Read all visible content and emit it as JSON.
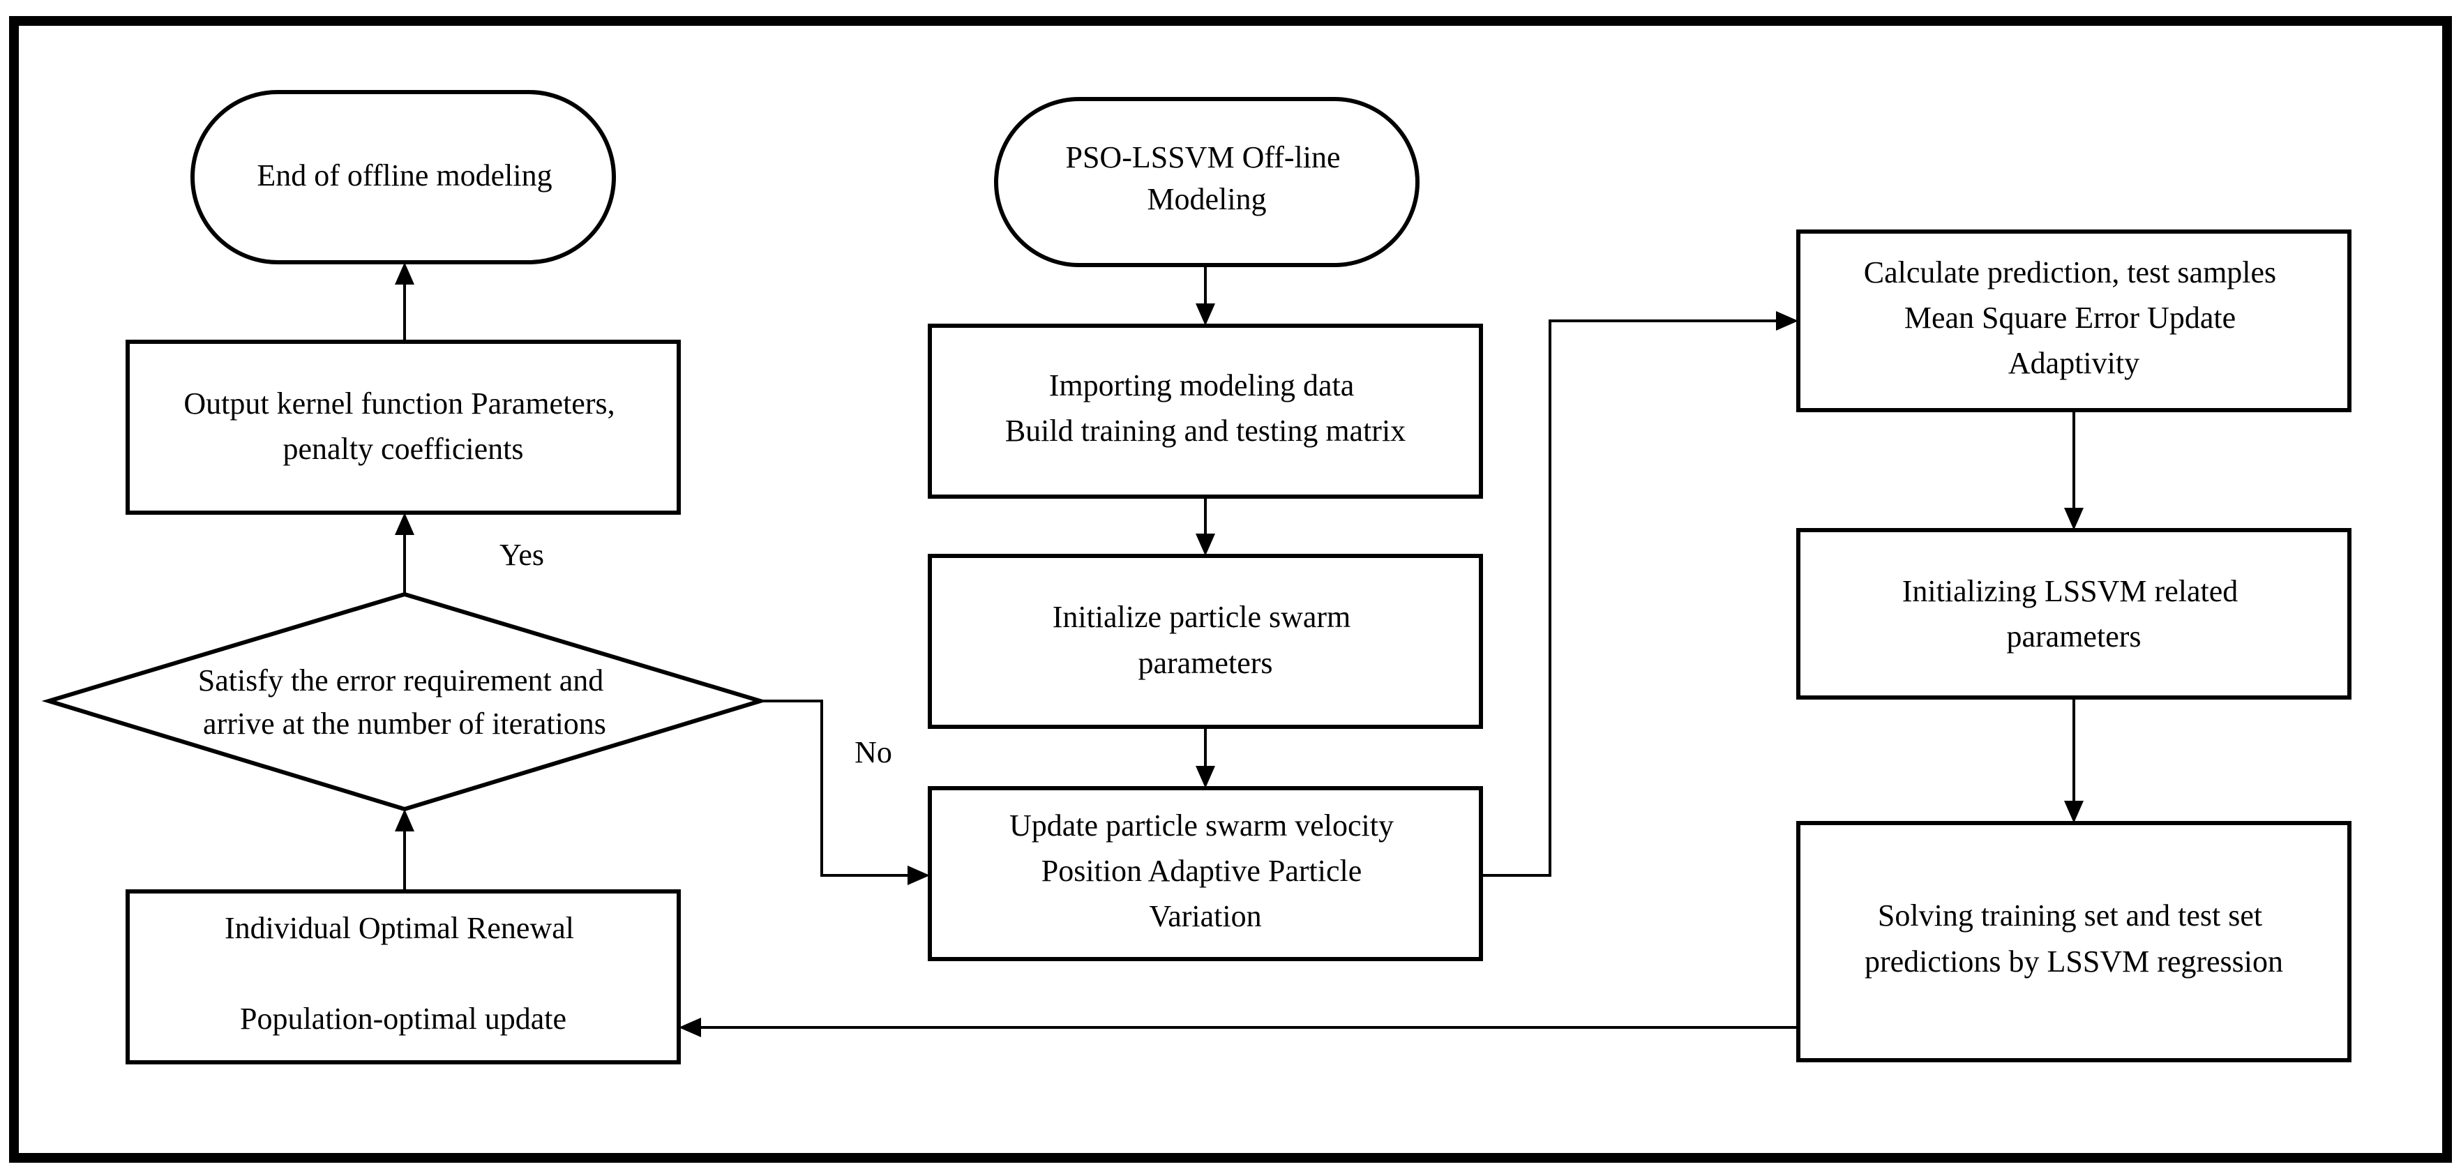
{
  "nodes": {
    "start": [
      "PSO-LSSVM Off-line",
      "Modeling"
    ],
    "import_data": [
      "Importing modeling data",
      "Build training and testing matrix"
    ],
    "init_pso": [
      "Initialize particle swarm",
      "parameters"
    ],
    "update_velocity": [
      "Update particle swarm velocity",
      "Position Adaptive Particle",
      "Variation"
    ],
    "calc_prediction": [
      "Calculate prediction, test samples",
      "Mean Square Error Update",
      "Adaptivity"
    ],
    "init_lssvm": [
      "Initializing LSSVM related",
      "parameters"
    ],
    "solve_regression": [
      "Solving training set and test set",
      "predictions by LSSVM regression"
    ],
    "optimal_update": [
      "Individual Optimal Renewal",
      "",
      "Population-optimal update"
    ],
    "decision": [
      "Satisfy the error requirement and",
      "arrive at the number of iterations"
    ],
    "output_params": [
      "Output kernel function Parameters,",
      "penalty coefficients"
    ],
    "end": [
      "End of offline modeling"
    ]
  },
  "edge_labels": {
    "yes": "Yes",
    "no": "No"
  }
}
